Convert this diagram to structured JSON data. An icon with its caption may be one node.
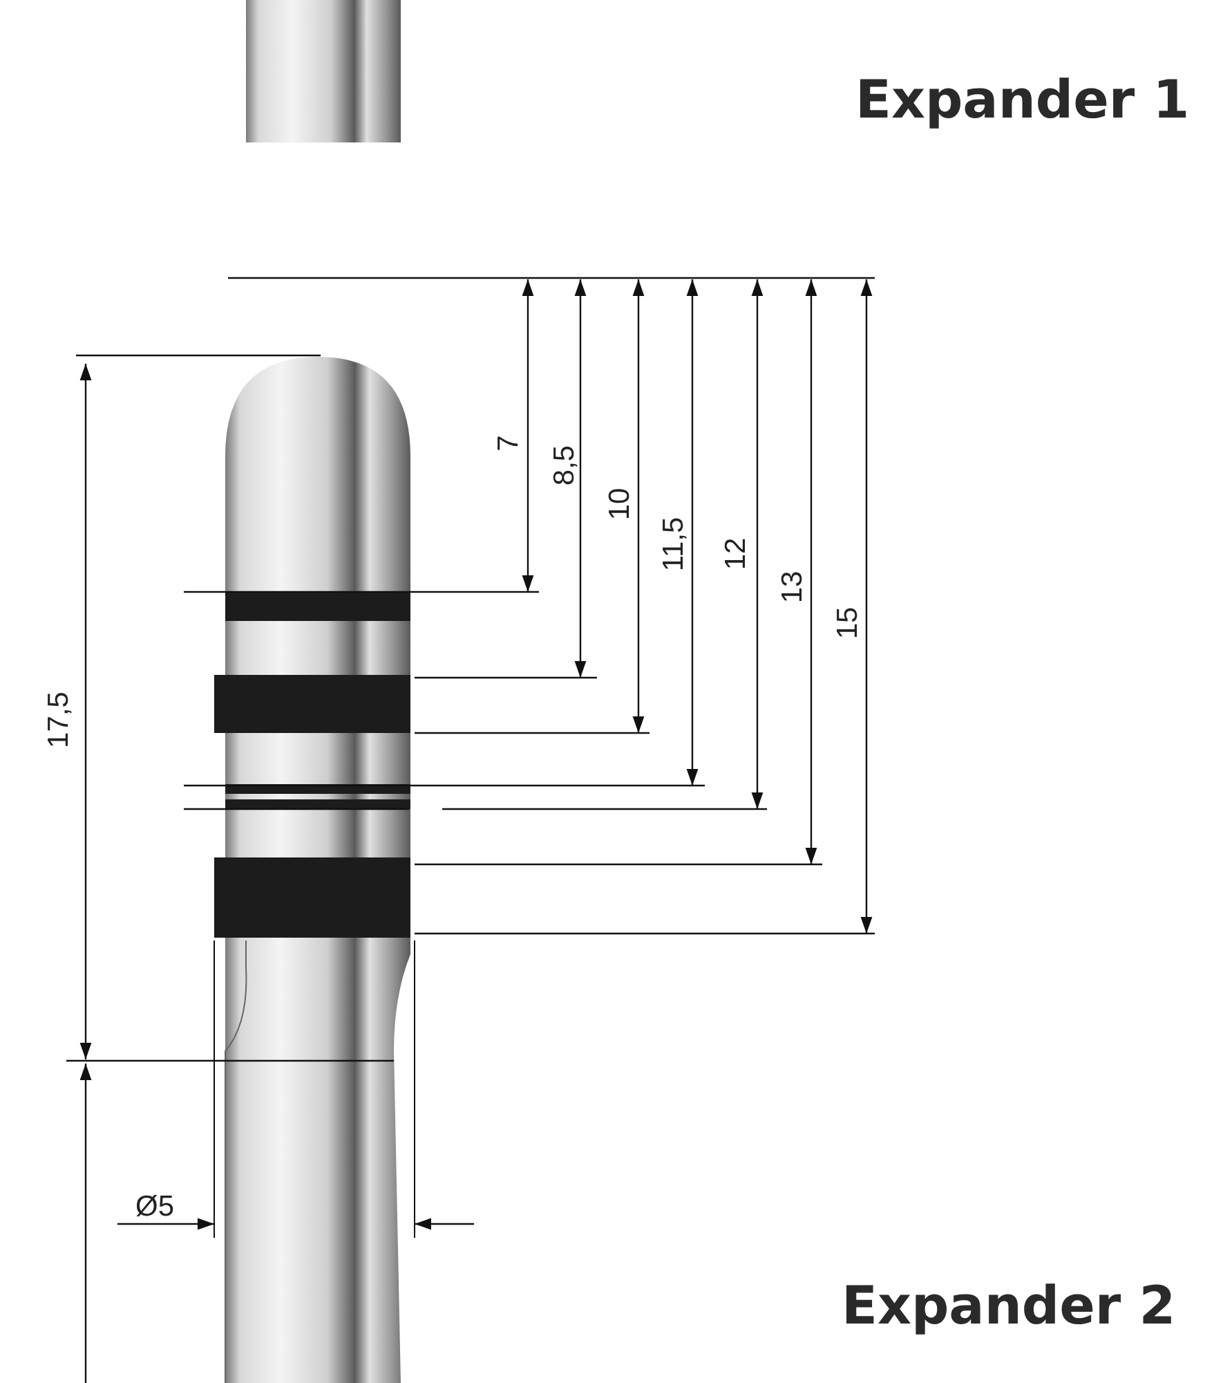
{
  "diagram": {
    "labels": [
      "Expander 1",
      "7",
      "8,5",
      "10",
      "11,5",
      "12",
      "13",
      "15",
      "17,5",
      "Ø5",
      "Expander 2"
    ]
  }
}
